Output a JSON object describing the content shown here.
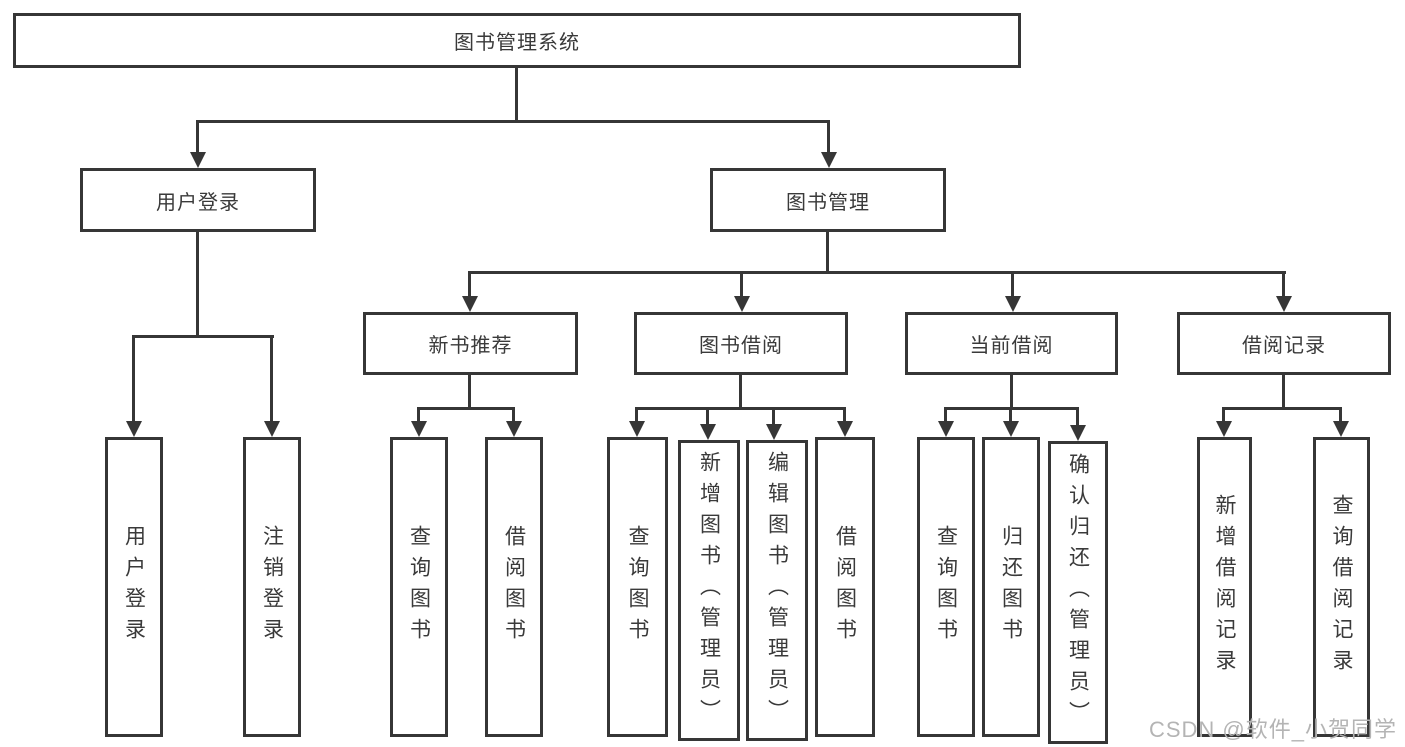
{
  "tree": {
    "root": "图书管理系统",
    "level2": [
      "用户登录",
      "图书管理"
    ],
    "level3": [
      "新书推荐",
      "图书借阅",
      "当前借阅",
      "借阅记录"
    ],
    "user_login_children": [
      "用户登录",
      "注销登录"
    ],
    "new_book_children": [
      "查询图书",
      "借阅图书"
    ],
    "book_borrow_children": [
      "查询图书",
      "新增图书（管理员）",
      "编辑图书（管理员）",
      "借阅图书"
    ],
    "current_borrow_children": [
      "查询图书",
      "归还图书",
      "确认归还（管理员）"
    ],
    "borrow_record_children": [
      "新增借阅记录",
      "查询借阅记录"
    ]
  },
  "watermark": "CSDN @软件_小贺同学",
  "colors": {
    "line": "#363636",
    "text": "#3a3a3a",
    "watermark": "#b4b4b4",
    "background": "#ffffff"
  }
}
